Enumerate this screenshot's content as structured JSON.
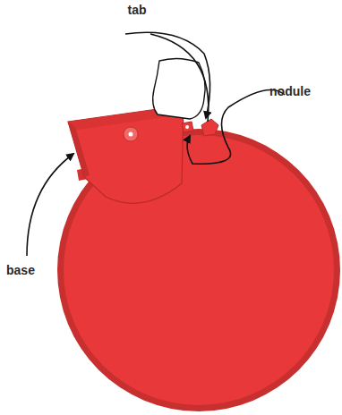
{
  "diagram": {
    "labels": [
      "tab",
      "nodule",
      "base"
    ]
  }
}
